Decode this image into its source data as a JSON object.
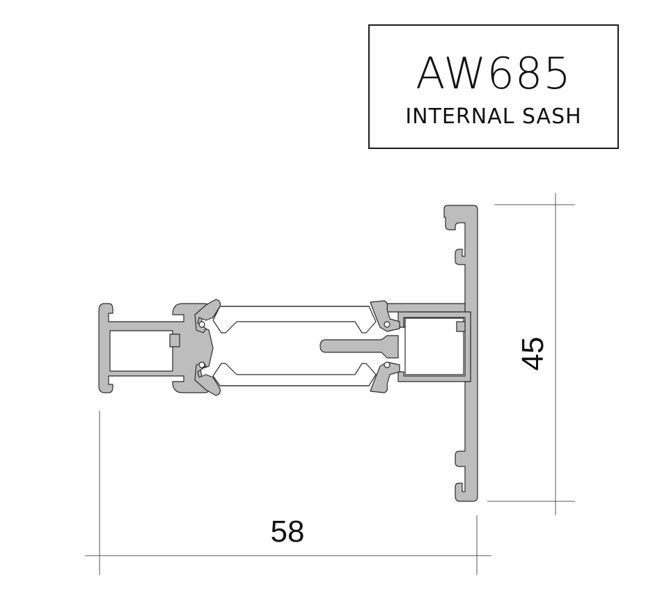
{
  "title_block": {
    "product_code": "AW685",
    "product_name": "INTERNAL SASH"
  },
  "dimensions": {
    "width_label": "58",
    "height_label": "45"
  },
  "colors": {
    "profile_fill": "#bdbdbd",
    "outline": "#2a2a2a",
    "dimension_line": "#555555"
  }
}
